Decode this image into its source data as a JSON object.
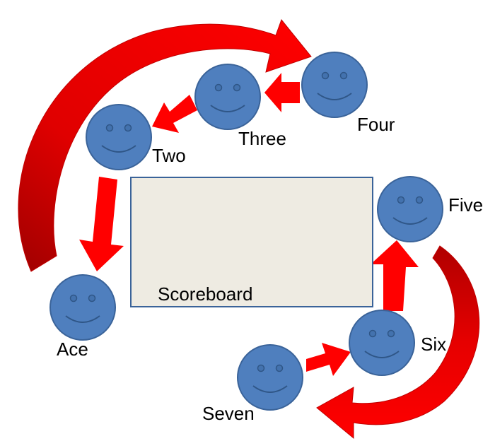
{
  "scoreboard": {
    "label": "Scoreboard"
  },
  "players": {
    "ace": {
      "label": "Ace"
    },
    "two": {
      "label": "Two"
    },
    "three": {
      "label": "Three"
    },
    "four": {
      "label": "Four"
    },
    "five": {
      "label": "Five"
    },
    "six": {
      "label": "Six"
    },
    "seven": {
      "label": "Seven"
    }
  },
  "colors": {
    "face_fill": "#4f7fbe",
    "face_stroke": "#3a6399",
    "face_feature": "#2f5687",
    "arrow_red": "#ff0000",
    "arrow_dark": "#b30000",
    "scoreboard_fill": "#eeebe2",
    "scoreboard_stroke": "#3a6399"
  },
  "icons": {
    "face": "smiley-face-icon",
    "arrow": "red-arrow-icon"
  }
}
